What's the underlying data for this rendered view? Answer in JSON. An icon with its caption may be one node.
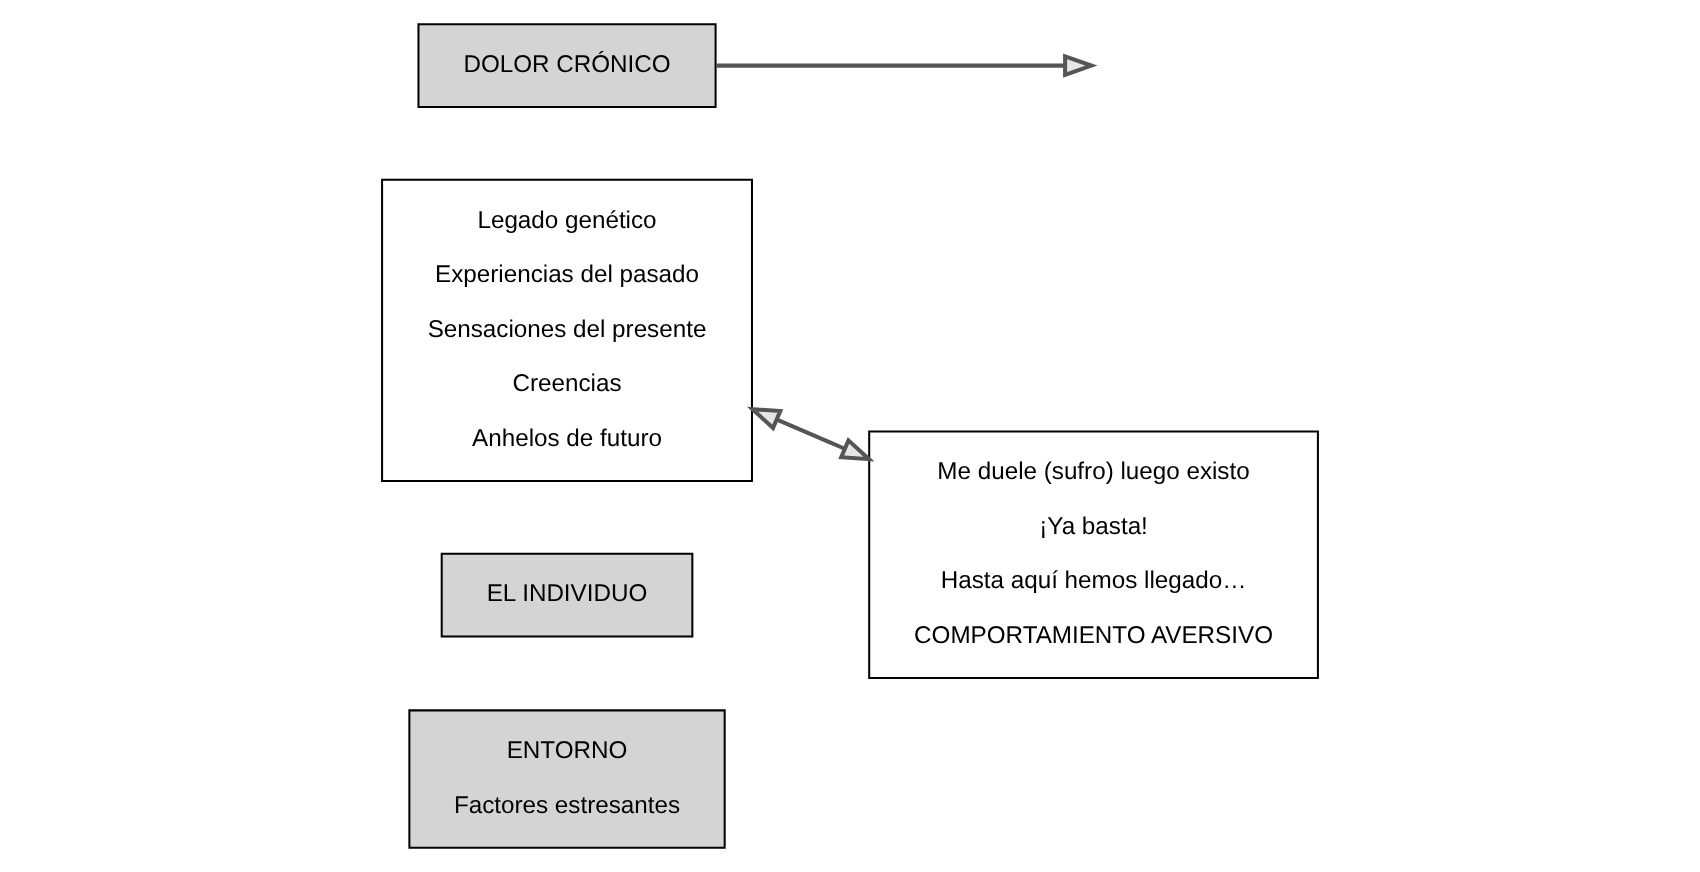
{
  "diagram": {
    "nodes": [
      {
        "text": [
          "Legado genético",
          "Experiencias del pasado",
          "Sensaciones del presente",
          "Creencias",
          "Anhelos de futuro"
        ]
      },
      {
        "text": [
          "EL INDIVIDUO"
        ]
      },
      {
        "text": [
          "DOLOR CRÓNICO"
        ]
      },
      {
        "text": [
          "Me duele (sufro) luego existo",
          "¡Ya basta!",
          "Hasta aquí hemos llegado…",
          "COMPORTAMIENTO AVERSIVO"
        ]
      },
      {
        "text": [
          "ENTORNO",
          "Factores estresantes"
        ]
      }
    ],
    "edges": [
      {
        "from": 2,
        "to": null,
        "arrow": "to"
      },
      {
        "from": 0,
        "to": 3,
        "arrow": "both"
      }
    ]
  }
}
